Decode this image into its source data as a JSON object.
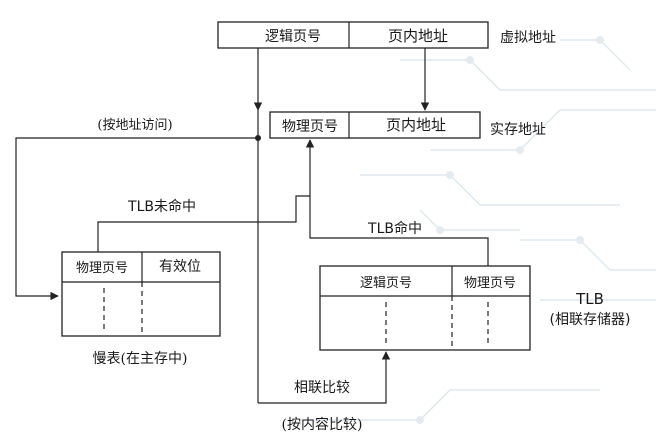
{
  "virtual_address": {
    "label": "虚拟地址",
    "field_page": "逻辑页号",
    "field_offset": "页内地址"
  },
  "real_address": {
    "label": "实存地址",
    "field_page": "物理页号",
    "field_offset": "页内地址"
  },
  "page_table": {
    "caption": "慢表(在主存中)",
    "col_page": "物理页号",
    "col_valid": "有效位"
  },
  "tlb": {
    "caption_line1": "TLB",
    "caption_line2": "(相联存储器)",
    "col_logical": "逻辑页号",
    "col_physical": "物理页号"
  },
  "labels": {
    "access_by_address": "(按地址访问)",
    "tlb_miss": "TLB未命中",
    "tlb_hit": "TLB命中",
    "assoc_compare": "相联比较",
    "compare_by_content": "(按内容比较)"
  },
  "colors": {
    "line": "#222222",
    "background_trace": "#dfe8ef"
  }
}
